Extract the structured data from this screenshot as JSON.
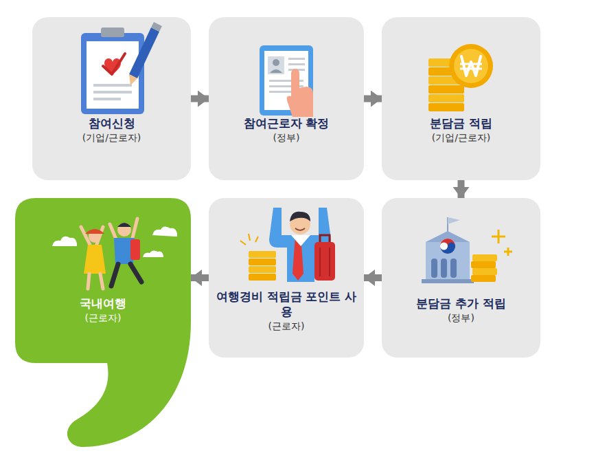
{
  "diagram": {
    "nodes": [
      {
        "text": [
          "참여신청",
          "(기업/근로자)"
        ]
      },
      {
        "text": [
          "참여근로자 확정",
          "(정부)"
        ]
      },
      {
        "text": [
          "분담금 적립",
          "(기업/근로자)"
        ]
      },
      {
        "text": [
          "분담금 추가 적립",
          "(정부)"
        ]
      },
      {
        "text": [
          "여행경비 적립금 포인트 사용",
          "(근로자)"
        ]
      },
      {
        "text": [
          "국내여행",
          "(근로자)"
        ]
      }
    ],
    "edges": [
      {
        "from": 0,
        "to": 1,
        "arrow": "to"
      },
      {
        "from": 1,
        "to": 2,
        "arrow": "to"
      },
      {
        "from": 2,
        "to": 3,
        "arrow": "to"
      },
      {
        "from": 3,
        "to": 4,
        "arrow": "to"
      },
      {
        "from": 4,
        "to": 5,
        "arrow": "to"
      }
    ]
  }
}
